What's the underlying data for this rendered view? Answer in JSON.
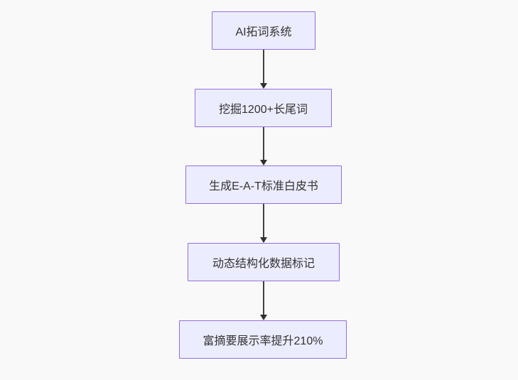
{
  "diagram": {
    "type": "flowchart",
    "direction": "top-down",
    "colors": {
      "background": "#f9f9f9",
      "node_fill": "#ECECFF",
      "node_border": "#9370DB",
      "edge_color": "#333333",
      "text_color": "#333333"
    },
    "nodes": [
      {
        "id": "n1",
        "label": "AI拓词系统"
      },
      {
        "id": "n2",
        "label": "挖掘1200+长尾词"
      },
      {
        "id": "n3",
        "label": "生成E-A-T标准白皮书"
      },
      {
        "id": "n4",
        "label": "动态结构化数据标记"
      },
      {
        "id": "n5",
        "label": "富摘要展示率提升210%"
      }
    ],
    "edges": [
      {
        "from": "n1",
        "to": "n2"
      },
      {
        "from": "n2",
        "to": "n3"
      },
      {
        "from": "n3",
        "to": "n4"
      },
      {
        "from": "n4",
        "to": "n5"
      }
    ]
  }
}
